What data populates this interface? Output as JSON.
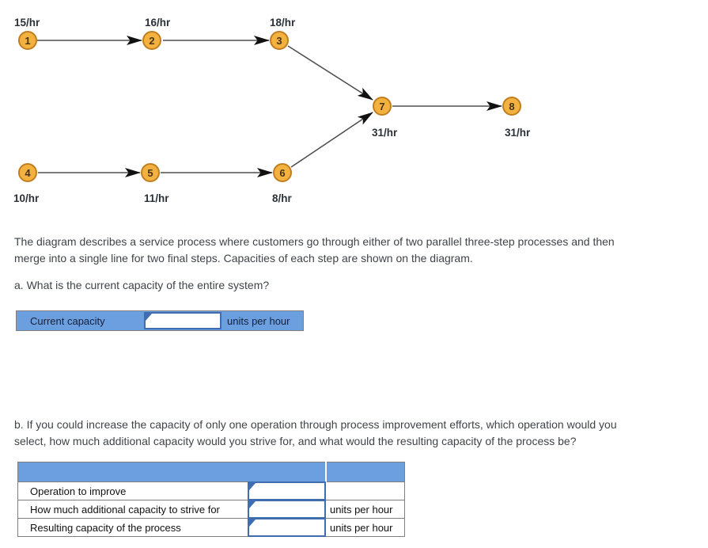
{
  "colors": {
    "accent_blue": "#6C9FE0",
    "input_border": "#3F6DB0",
    "node_fill": "#F3B13F",
    "node_border": "#C07E20",
    "arrow": "#111111"
  },
  "diagram": {
    "nodes": [
      {
        "id": "1",
        "capacity": "15/hr"
      },
      {
        "id": "2",
        "capacity": "16/hr"
      },
      {
        "id": "3",
        "capacity": "18/hr"
      },
      {
        "id": "4",
        "capacity": "10/hr"
      },
      {
        "id": "5",
        "capacity": "11/hr"
      },
      {
        "id": "6",
        "capacity": "8/hr"
      },
      {
        "id": "7",
        "capacity": "31/hr"
      },
      {
        "id": "8",
        "capacity": "31/hr"
      }
    ],
    "edges": [
      {
        "from": "1",
        "to": "2"
      },
      {
        "from": "2",
        "to": "3"
      },
      {
        "from": "3",
        "to": "7"
      },
      {
        "from": "4",
        "to": "5"
      },
      {
        "from": "5",
        "to": "6"
      },
      {
        "from": "6",
        "to": "7"
      },
      {
        "from": "7",
        "to": "8"
      }
    ]
  },
  "intro": {
    "lines": [
      "The diagram describes a service process where customers go through either of two parallel three-step processes and then",
      "merge into a single line for two final steps. Capacities of each step are shown on the diagram."
    ]
  },
  "question_a": {
    "text": "a. What is the current capacity of the entire system?",
    "row_label": "Current capacity",
    "input_value": "",
    "units": "units per hour"
  },
  "question_b": {
    "lines": [
      "b. If you could increase the capacity of only one operation through process improvement efforts, which operation would you",
      "select, how much additional capacity would you strive for, and what would the resulting capacity of the process be?"
    ],
    "rows": [
      {
        "label": "Operation to improve",
        "input_value": "",
        "units": ""
      },
      {
        "label": "How much additional capacity to strive for",
        "input_value": "",
        "units": "units per hour"
      },
      {
        "label": "Resulting capacity of the process",
        "input_value": "",
        "units": "units per hour"
      }
    ]
  }
}
